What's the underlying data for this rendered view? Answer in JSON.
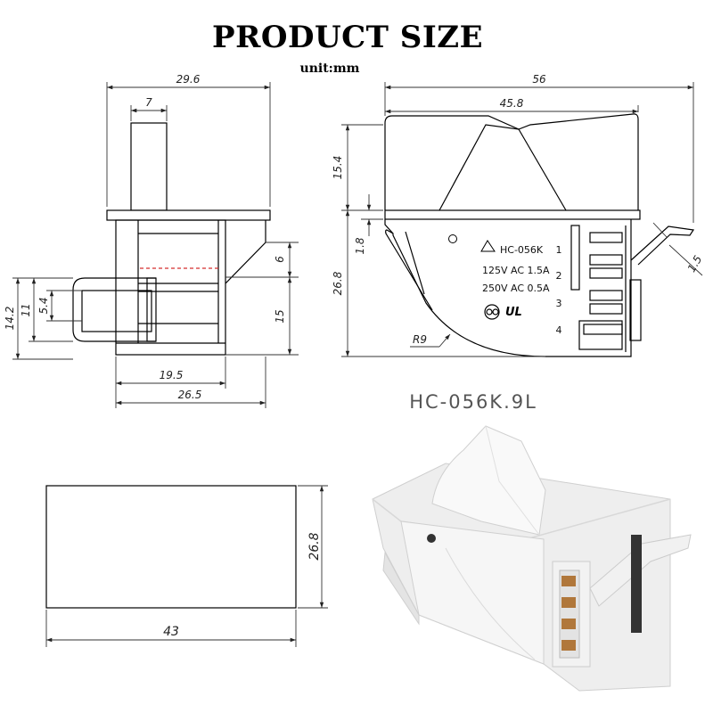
{
  "title": "PRODUCT SIZE",
  "unit": "unit:mm",
  "model_name": "HC-056K.9L",
  "side_view": {
    "dims": {
      "width_total": "29.6",
      "lever_width": "7",
      "h_14_2": "14.2",
      "h_11": "11",
      "h_5_4": "5.4",
      "h_6": "6",
      "h_15": "15",
      "w_19_5": "19.5",
      "w_26_5": "26.5"
    }
  },
  "front_view": {
    "dims": {
      "length_56": "56",
      "length_45_8": "45.8",
      "h_15_4": "15.4",
      "h_1_8": "1.8",
      "h_26_8": "26.8",
      "radius": "R9",
      "tab_1_5": "1.5"
    },
    "label": {
      "brand": "HC-056K",
      "rating1": "125V AC 1.5A",
      "rating2": "250V AC 0.5A",
      "pins": [
        "1",
        "2",
        "3",
        "4"
      ]
    }
  },
  "cutout": {
    "height": "26.8",
    "width": "43"
  },
  "colors": {
    "line": "#000000",
    "dim_line": "#333333",
    "red_dash": "#d32f2f",
    "photo_body": "#f4f4f4"
  }
}
